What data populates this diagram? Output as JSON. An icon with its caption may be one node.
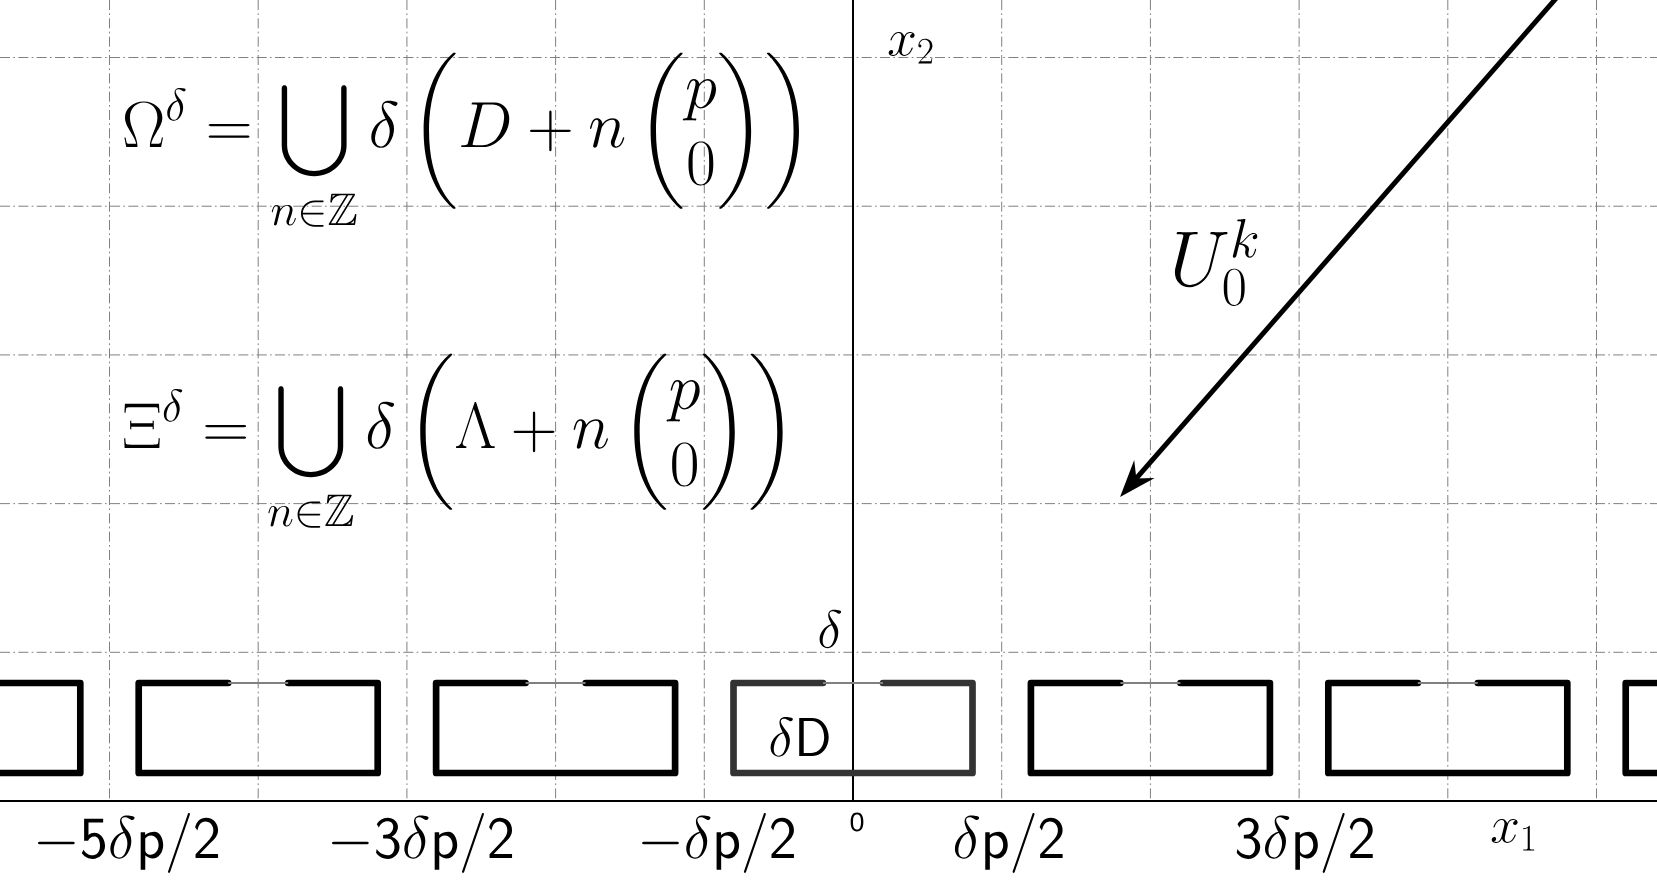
{
  "diagram": {
    "nodes": [
      {
        "text": [],
        "shape": "box"
      },
      {
        "text": [],
        "shape": "box"
      },
      {
        "text": [],
        "shape": "box"
      },
      {
        "text": [
          "\\delta\\mathsf{D}"
        ]
      },
      {
        "text": [],
        "shape": "box"
      },
      {
        "text": [],
        "shape": "box"
      },
      {
        "text": [],
        "shape": "box"
      }
    ],
    "labels": [
      "x_2",
      "\\Omega^{\\delta} = \\bigcup_{n\\in\\mathbb{Z}} \\delta \\left( D + n \\begin{pmatrix} p \\\\ 0 \\end{pmatrix} \\right)",
      "U_0^k",
      "\\Xi^{\\delta} = \\bigcup_{n\\in\\mathbb{Z}} \\delta \\left( \\Lambda + n \\begin{pmatrix} p \\\\ 0 \\end{pmatrix} \\right)",
      "\\delta",
      "-\\mathsf{5}\\delta\\mathsf{p}/\\mathsf{2}",
      "-\\mathsf{3}\\delta\\mathsf{p}/\\mathsf{2}",
      "-\\delta\\mathsf{p}/\\mathsf{2}",
      "0",
      "\\delta\\mathsf{p}/\\mathsf{2}",
      "\\mathsf{3}\\delta\\mathsf{p}/\\mathsf{2}",
      "x_1"
    ]
  }
}
